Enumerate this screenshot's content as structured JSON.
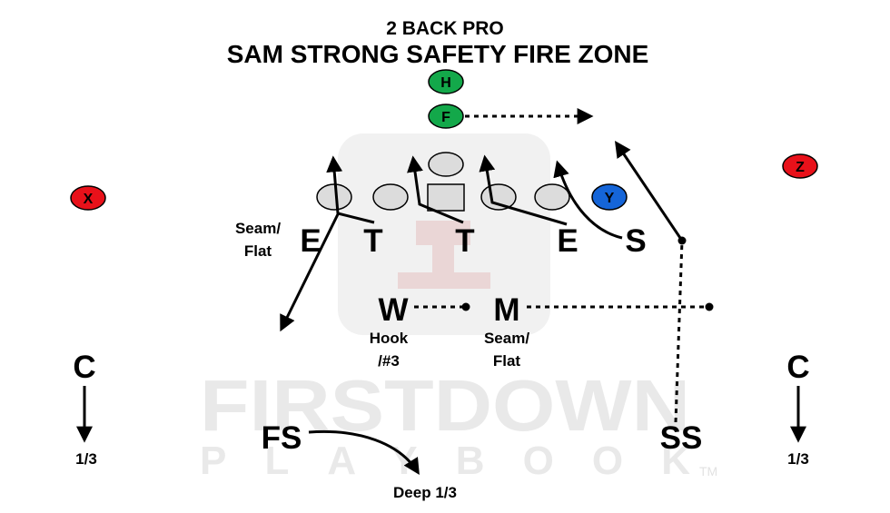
{
  "title": {
    "formation": "2 BACK PRO",
    "play": "SAM STRONG SAFETY FIRE ZONE"
  },
  "watermark": {
    "line1": "FIRSTDOWN",
    "line2": "PLAYBOOK",
    "trademark": "TM"
  },
  "offense": {
    "x": "X",
    "z": "Z",
    "y": "Y",
    "h": "H",
    "f": "F"
  },
  "defense": {
    "de_left": "E",
    "dt_left": "T",
    "dt_right": "T",
    "de_right": "E",
    "sam": "S",
    "will": "W",
    "mike": "M",
    "free_safety": "FS",
    "strong_safety": "SS",
    "corner_left": "C",
    "corner_right": "C"
  },
  "assignments": {
    "de_left_l1": "Seam/",
    "de_left_l2": "Flat",
    "will_l1": "Hook",
    "will_l2": "/#3",
    "mike_l1": "Seam/",
    "mike_l2": "Flat",
    "corner_left": "1/3",
    "corner_right": "1/3",
    "free_safety": "Deep 1/3"
  },
  "colors": {
    "receiver": "#e8111a",
    "tight_end": "#1565d8",
    "back": "#13a84a",
    "line": "#dcdcdc",
    "watermark": "#e9e9e9"
  }
}
